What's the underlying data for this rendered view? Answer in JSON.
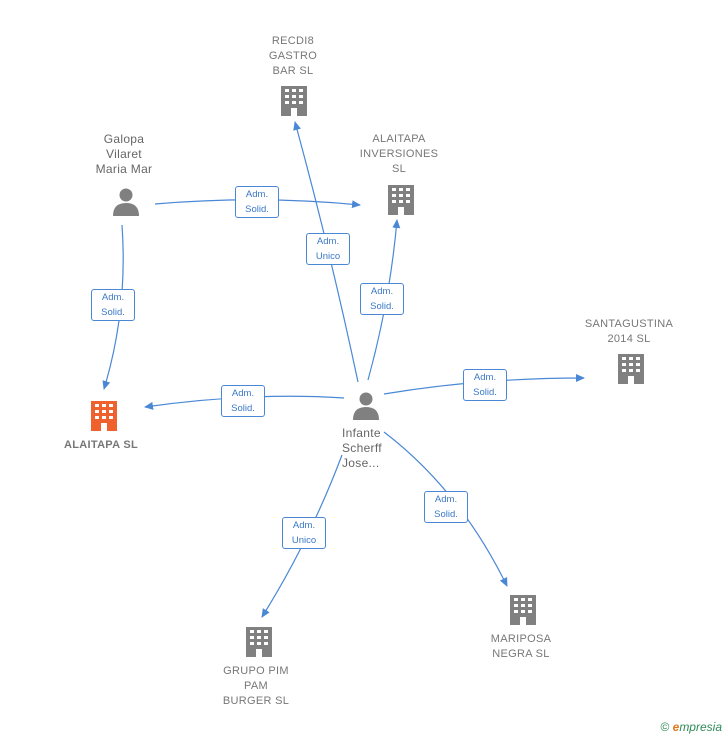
{
  "nodes": {
    "recdi8": {
      "label": "RECDI8\nGASTRO\nBAR  SL",
      "icon": "building-icon"
    },
    "alaitapa_inv": {
      "label": "ALAITAPA\nINVERSIONES\nSL",
      "icon": "building-icon"
    },
    "galopa": {
      "label": "Galopa\nVilaret\nMaria Mar",
      "icon": "person-icon"
    },
    "santagustina": {
      "label": "SANTAGUSTINA\n2014  SL",
      "icon": "building-icon"
    },
    "alaitapa": {
      "label": "ALAITAPA  SL",
      "icon": "building-icon"
    },
    "infante": {
      "label": "Infante\nScherff\nJose...",
      "icon": "person-icon"
    },
    "grupo_pim": {
      "label": "GRUPO PIM\nPAM\nBURGER SL",
      "icon": "building-icon"
    },
    "mariposa": {
      "label": "MARIPOSA\nNEGRA  SL",
      "icon": "building-icon"
    }
  },
  "edges": [
    {
      "id": "galopa-alaitapa_inv",
      "label": "Adm.\nSolid."
    },
    {
      "id": "galopa-alaitapa",
      "label": "Adm.\nSolid."
    },
    {
      "id": "infante-recdi8",
      "label": "Adm.\nUnico"
    },
    {
      "id": "infante-alaitapa_inv",
      "label": "Adm.\nSolid."
    },
    {
      "id": "infante-santagustina",
      "label": "Adm.\nSolid."
    },
    {
      "id": "infante-alaitapa",
      "label": "Adm.\nSolid."
    },
    {
      "id": "infante-grupo_pim",
      "label": "Adm.\nUnico"
    },
    {
      "id": "infante-mariposa",
      "label": "Adm.\nSolid."
    }
  ],
  "colors": {
    "edge": "#4a88d6",
    "building": "#808080",
    "building_focus": "#f0622d",
    "person": "#808080"
  },
  "footer": {
    "copyright": "©",
    "brand_initial": "e",
    "brand_rest": "mpresia"
  }
}
